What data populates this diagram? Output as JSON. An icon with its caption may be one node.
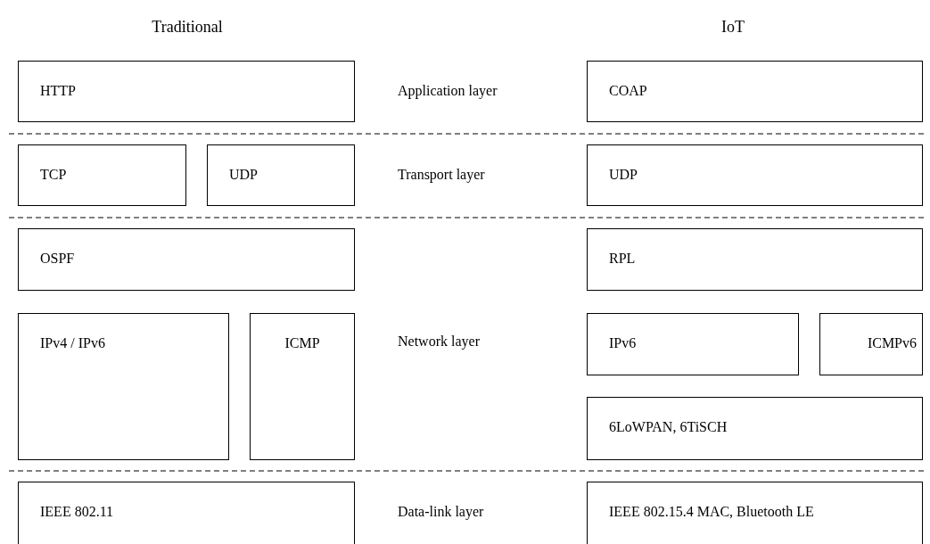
{
  "diagram": {
    "nodes": [
      {
        "text": [
          "HTTP"
        ]
      },
      {
        "text": [
          "COAP"
        ]
      },
      {
        "text": [
          "TCP"
        ]
      },
      {
        "text": [
          "UDP"
        ]
      },
      {
        "text": [
          "UDP"
        ]
      },
      {
        "text": [
          "OSPF"
        ]
      },
      {
        "text": [
          "RPL"
        ]
      },
      {
        "text": [
          "IPv4 / IPv6"
        ]
      },
      {
        "text": [
          "ICMP"
        ]
      },
      {
        "text": [
          "IPv6"
        ]
      },
      {
        "text": [
          "ICMPv6"
        ]
      },
      {
        "text": [
          "6LoWPAN, 6TiSCH"
        ]
      },
      {
        "text": [
          "IEEE 802.11"
        ]
      },
      {
        "text": [
          "IEEE 802.15.4 MAC, Bluetooth LE"
        ]
      }
    ],
    "edges": [],
    "labels": [
      "Traditional",
      "IoT",
      "Application layer",
      "Transport layer",
      "Network layer",
      "Data-link layer"
    ]
  }
}
